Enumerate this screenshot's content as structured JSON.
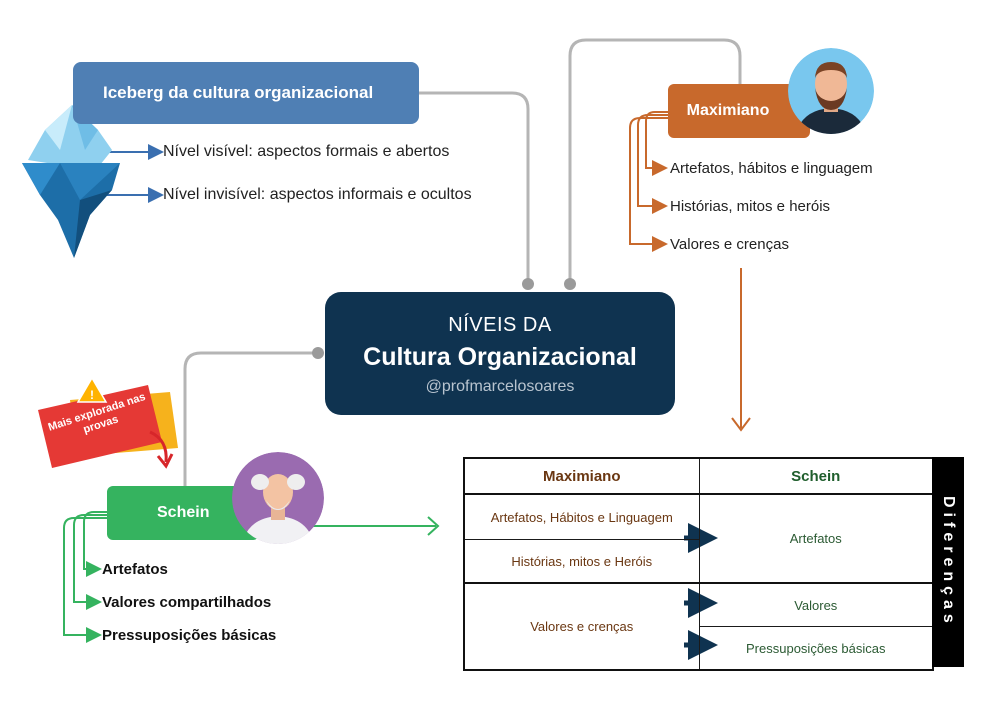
{
  "center": {
    "line1": "NÍVEIS DA",
    "line2": "Cultura Organizacional",
    "handle": "@profmarcelosoares"
  },
  "iceberg": {
    "title": "Iceberg da cultura organizacional",
    "items": [
      "Nível visível: aspectos formais e abertos",
      "Nível invisível: aspectos informais e ocultos"
    ]
  },
  "maximiano": {
    "title": "Maximiano",
    "items": [
      "Artefatos, hábitos e linguagem",
      "Histórias, mitos e heróis",
      "Valores e crenças"
    ]
  },
  "schein": {
    "title": "Schein",
    "items": [
      "Artefatos",
      "Valores compartilhados",
      "Pressuposições básicas"
    ]
  },
  "badge": {
    "text": "Mais explorada nas provas"
  },
  "table": {
    "header_left": "Maximiano",
    "header_right": "Schein",
    "left_rows": [
      "Artefatos, Hábitos e Linguagem",
      "Histórias, mitos e Heróis",
      "Valores e crenças"
    ],
    "right_rows": [
      "Artefatos",
      "Valores",
      "Pressuposições básicas"
    ],
    "side_label": "Diferenças"
  },
  "colors": {
    "iceberg_blue": "#4f7fb4",
    "center_navy": "#0f3350",
    "maximiano_orange": "#c8692c",
    "schein_green": "#35b35f",
    "connector_gray": "#b5b5b5",
    "badge_red": "#e53935",
    "badge_yellow": "#f6b21c"
  }
}
